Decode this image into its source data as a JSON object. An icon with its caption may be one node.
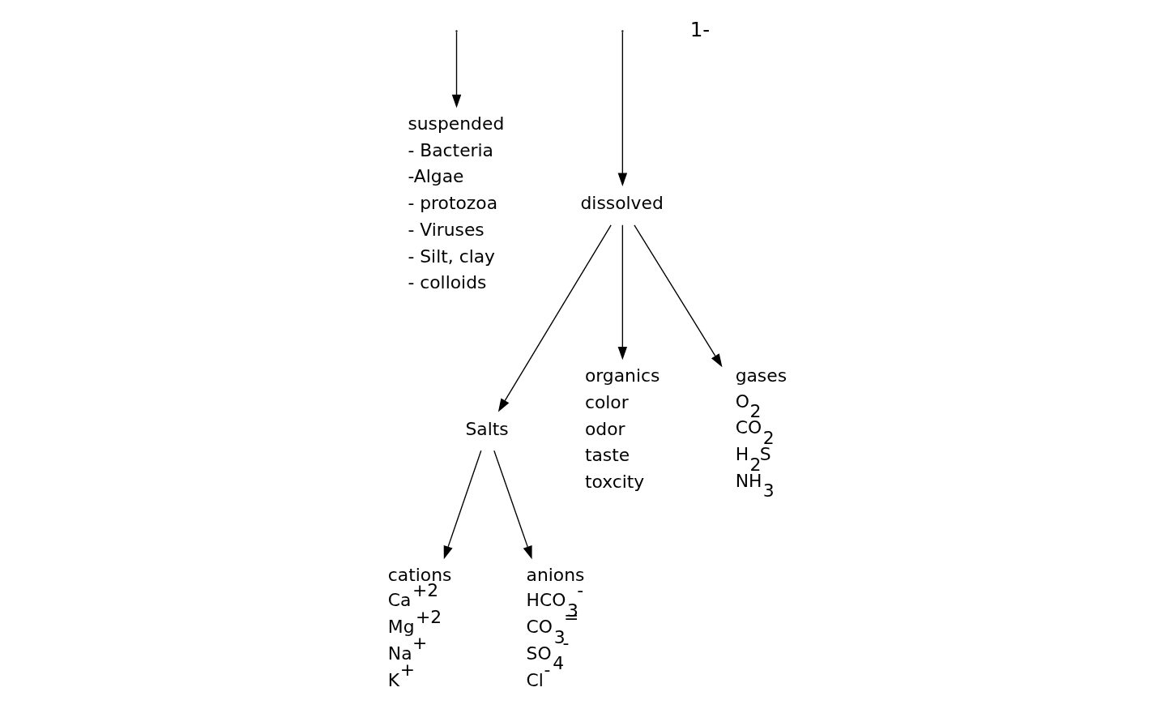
{
  "diagram": {
    "nodes": [
      {
        "text": [
          "suspended",
          "- Bacteria",
          "-Algae",
          "- protozoa",
          "- Viruses",
          "- Silt, clay",
          "- colloids"
        ]
      },
      {
        "text": [
          "dissolved"
        ]
      },
      {
        "text": [
          "Salts"
        ]
      },
      {
        "text": [
          "organics",
          "color",
          "odor",
          "taste",
          "toxcity"
        ]
      },
      {
        "text": [
          "gases",
          "O$_{2}$",
          "CO$_{2}$",
          "H$_{2}$S",
          "NH$_{3}$"
        ]
      },
      {
        "text": [
          "cations",
          "Ca$^{+2}$",
          "Mg$^{+2}$",
          "Na$^{+}$",
          "K$^{+}$"
        ]
      },
      {
        "text": [
          "anions",
          "HCO$_{3}$$^{-}$",
          "CO$_{3}$$^{=}$",
          "SO$_{4}$$^{-}$",
          "Cl$^{-}$"
        ]
      }
    ],
    "edges": [
      {
        "from": null,
        "to": 0,
        "arrow": "to"
      },
      {
        "from": null,
        "to": 1,
        "arrow": "to"
      },
      {
        "from": 1,
        "to": 2,
        "arrow": "to"
      },
      {
        "from": 1,
        "to": 3,
        "arrow": "to"
      },
      {
        "from": 1,
        "to": 4,
        "arrow": "to"
      },
      {
        "from": 2,
        "to": 5,
        "arrow": "to"
      },
      {
        "from": 2,
        "to": 6,
        "arrow": "to"
      }
    ],
    "labels": [
      "1-"
    ]
  }
}
